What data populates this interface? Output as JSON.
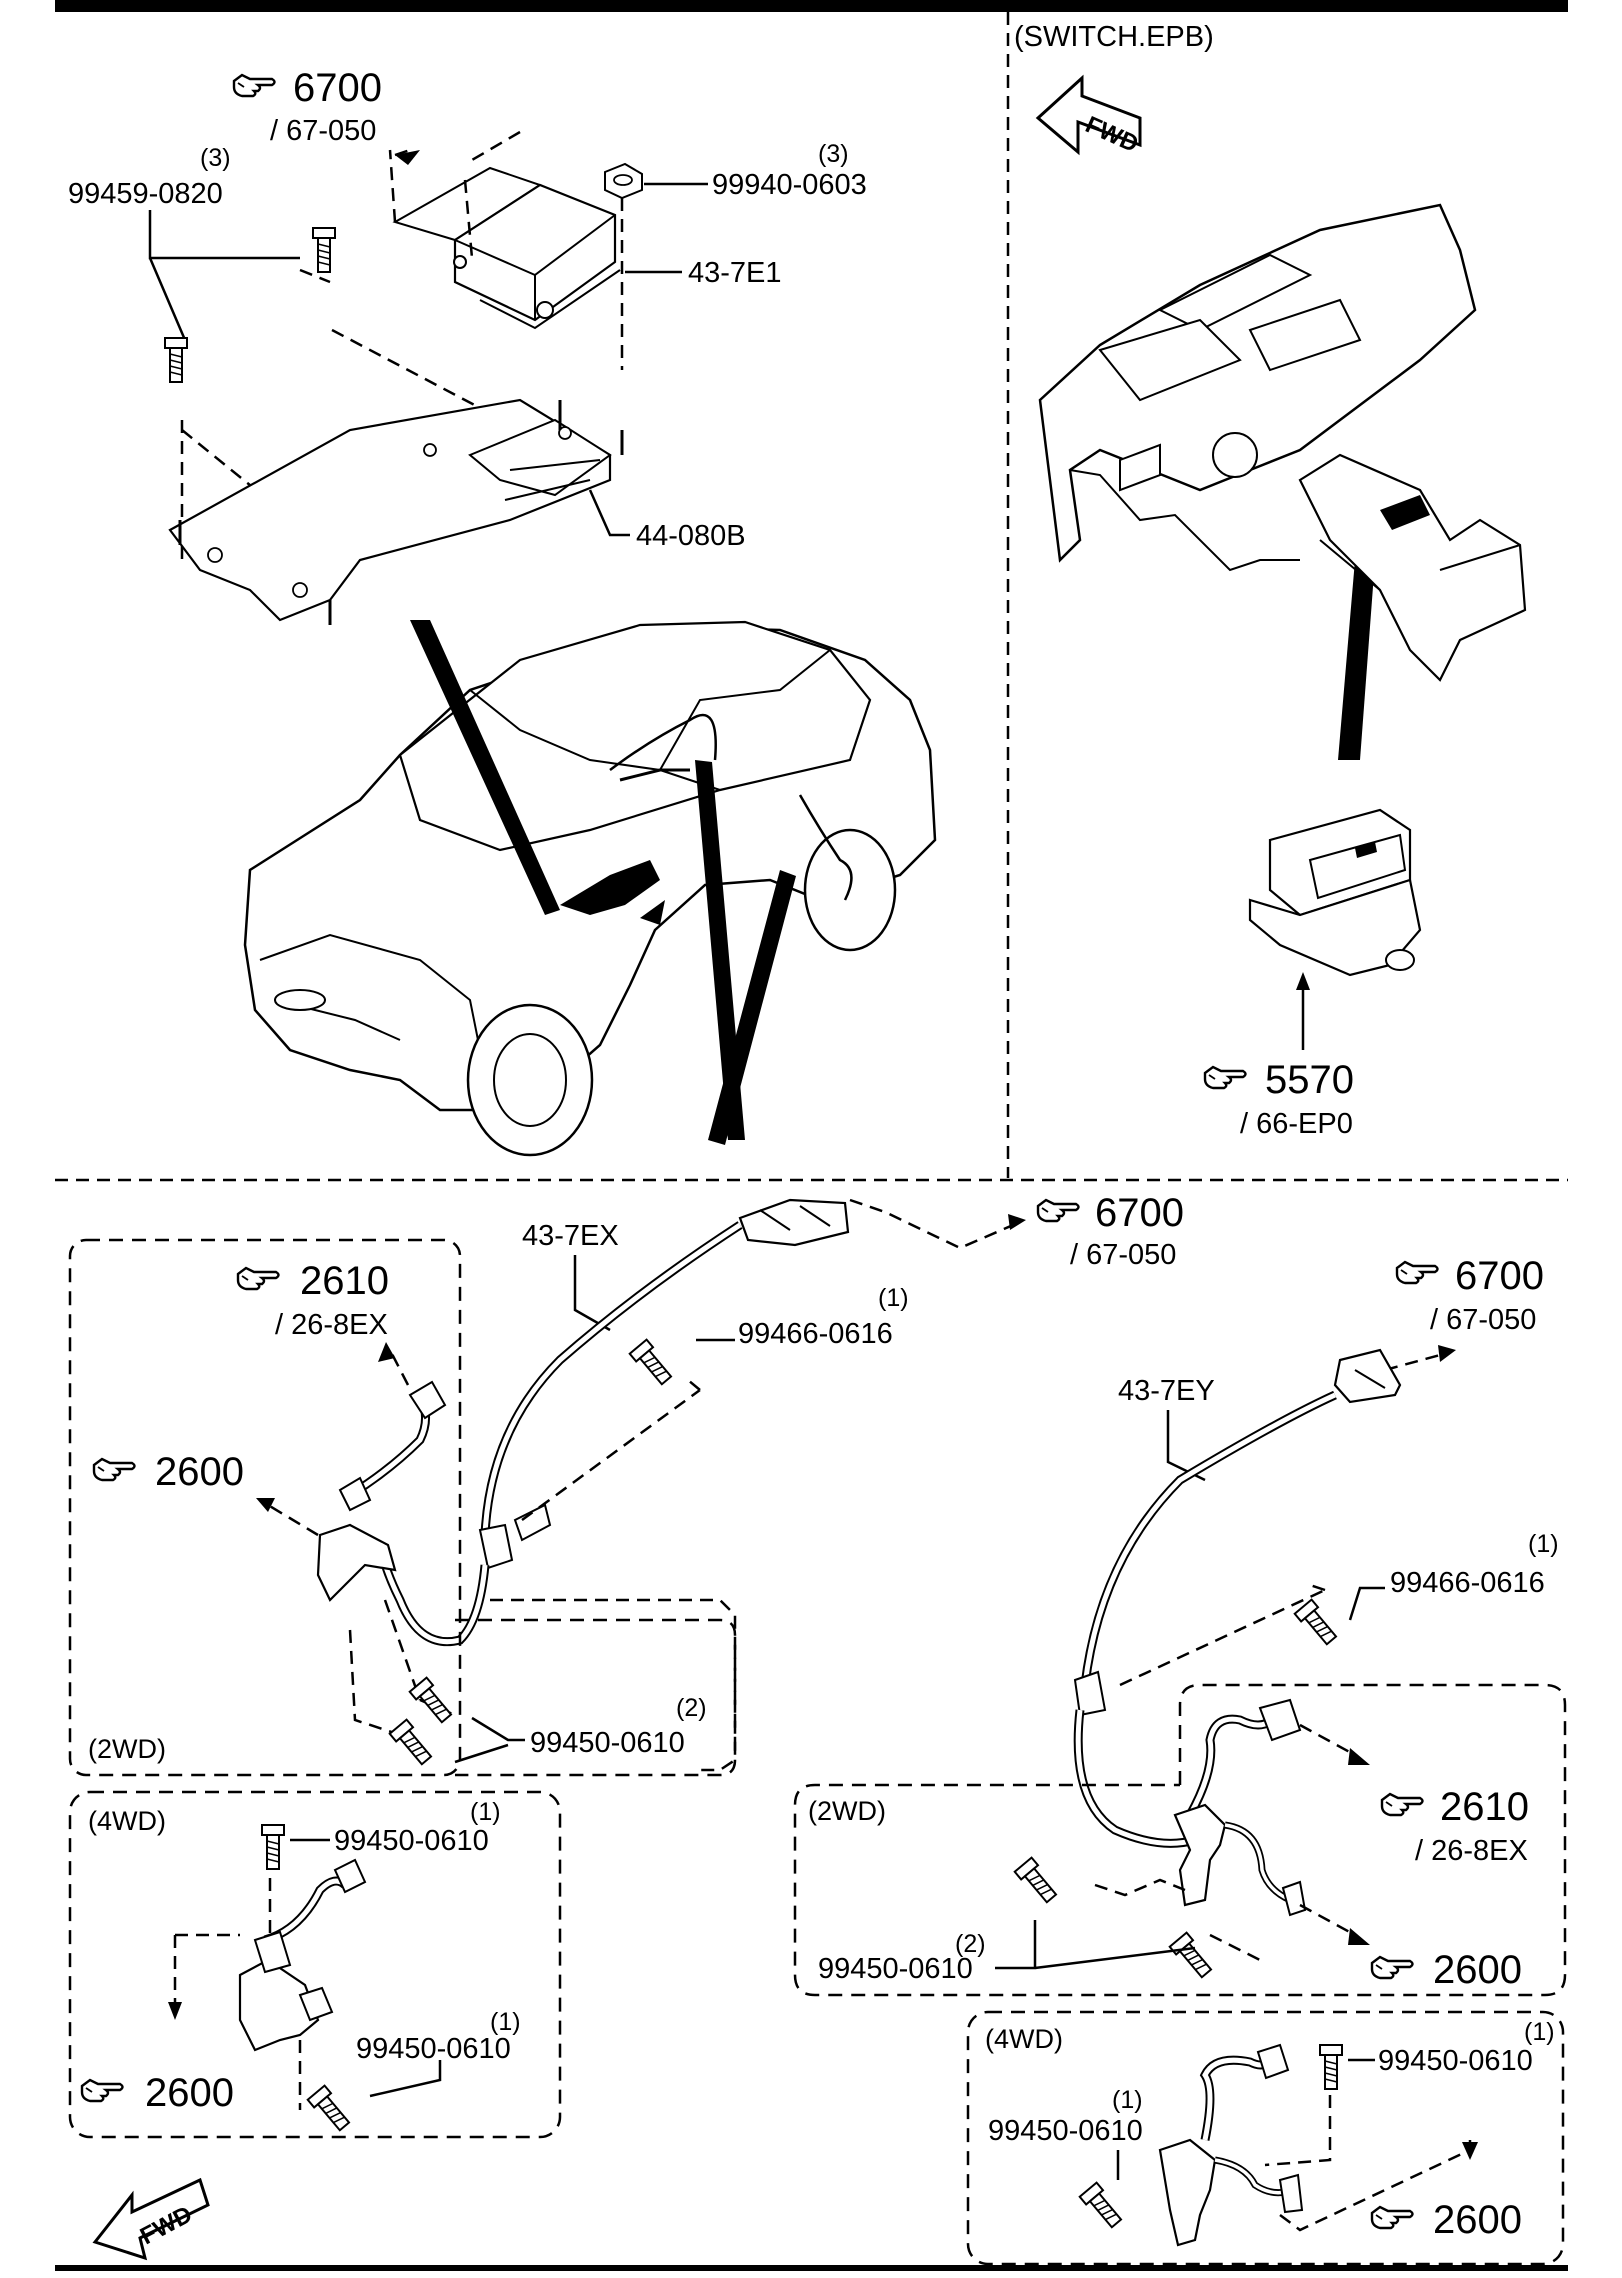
{
  "header": {
    "section_title": "(SWITCH.EPB)",
    "fwd_label": "FWD"
  },
  "refs": {
    "ref_top_6700": {
      "num": "6700",
      "sub": "/ 67-050"
    },
    "ref_5570": {
      "num": "5570",
      "sub": "/ 66-EP0"
    },
    "ref_mid_6700": {
      "num": "6700",
      "sub": "/ 67-050"
    },
    "ref_right_6700": {
      "num": "6700",
      "sub": "/ 67-050"
    },
    "ref_left_2610": {
      "num": "2610",
      "sub": "/ 26-8EX"
    },
    "ref_left_2600": {
      "num": "2600"
    },
    "ref_right_2610": {
      "num": "2610",
      "sub": "/ 26-8EX"
    },
    "ref_right_2600": {
      "num": "2600"
    },
    "ref_left4wd_2600": {
      "num": "2600"
    },
    "ref_right4wd_2600": {
      "num": "2600"
    }
  },
  "parts": {
    "bolt_top": {
      "num": "99459-0820",
      "qty": "(3)"
    },
    "nut_top": {
      "num": "99940-0603",
      "qty": "(3)"
    },
    "module": {
      "num": "43-7E1"
    },
    "bracket": {
      "num": "44-080B"
    },
    "sensor_left": {
      "num": "43-7EX"
    },
    "bolt_left_clip": {
      "num": "99466-0616",
      "qty": "(1)"
    },
    "bolt_left_2wd": {
      "num": "99450-0610",
      "qty": "(2)"
    },
    "bolt_left_4wd_a": {
      "num": "99450-0610",
      "qty": "(1)"
    },
    "bolt_left_4wd_b": {
      "num": "99450-0610",
      "qty": "(1)"
    },
    "sensor_right": {
      "num": "43-7EY"
    },
    "bolt_right_clip": {
      "num": "99466-0616",
      "qty": "(1)"
    },
    "bolt_right_2wd": {
      "num": "99450-0610",
      "qty": "(2)"
    },
    "bolt_right_4wd_a": {
      "num": "99450-0610",
      "qty": "(1)"
    },
    "bolt_right_4wd_b": {
      "num": "99450-0610",
      "qty": "(1)"
    }
  },
  "zones": {
    "left_2wd": "(2WD)",
    "left_4wd": "(4WD)",
    "right_2wd": "(2WD)",
    "right_4wd": "(4WD)"
  },
  "icons": [
    "hand-pointer-icon",
    "fwd-arrow-icon"
  ]
}
